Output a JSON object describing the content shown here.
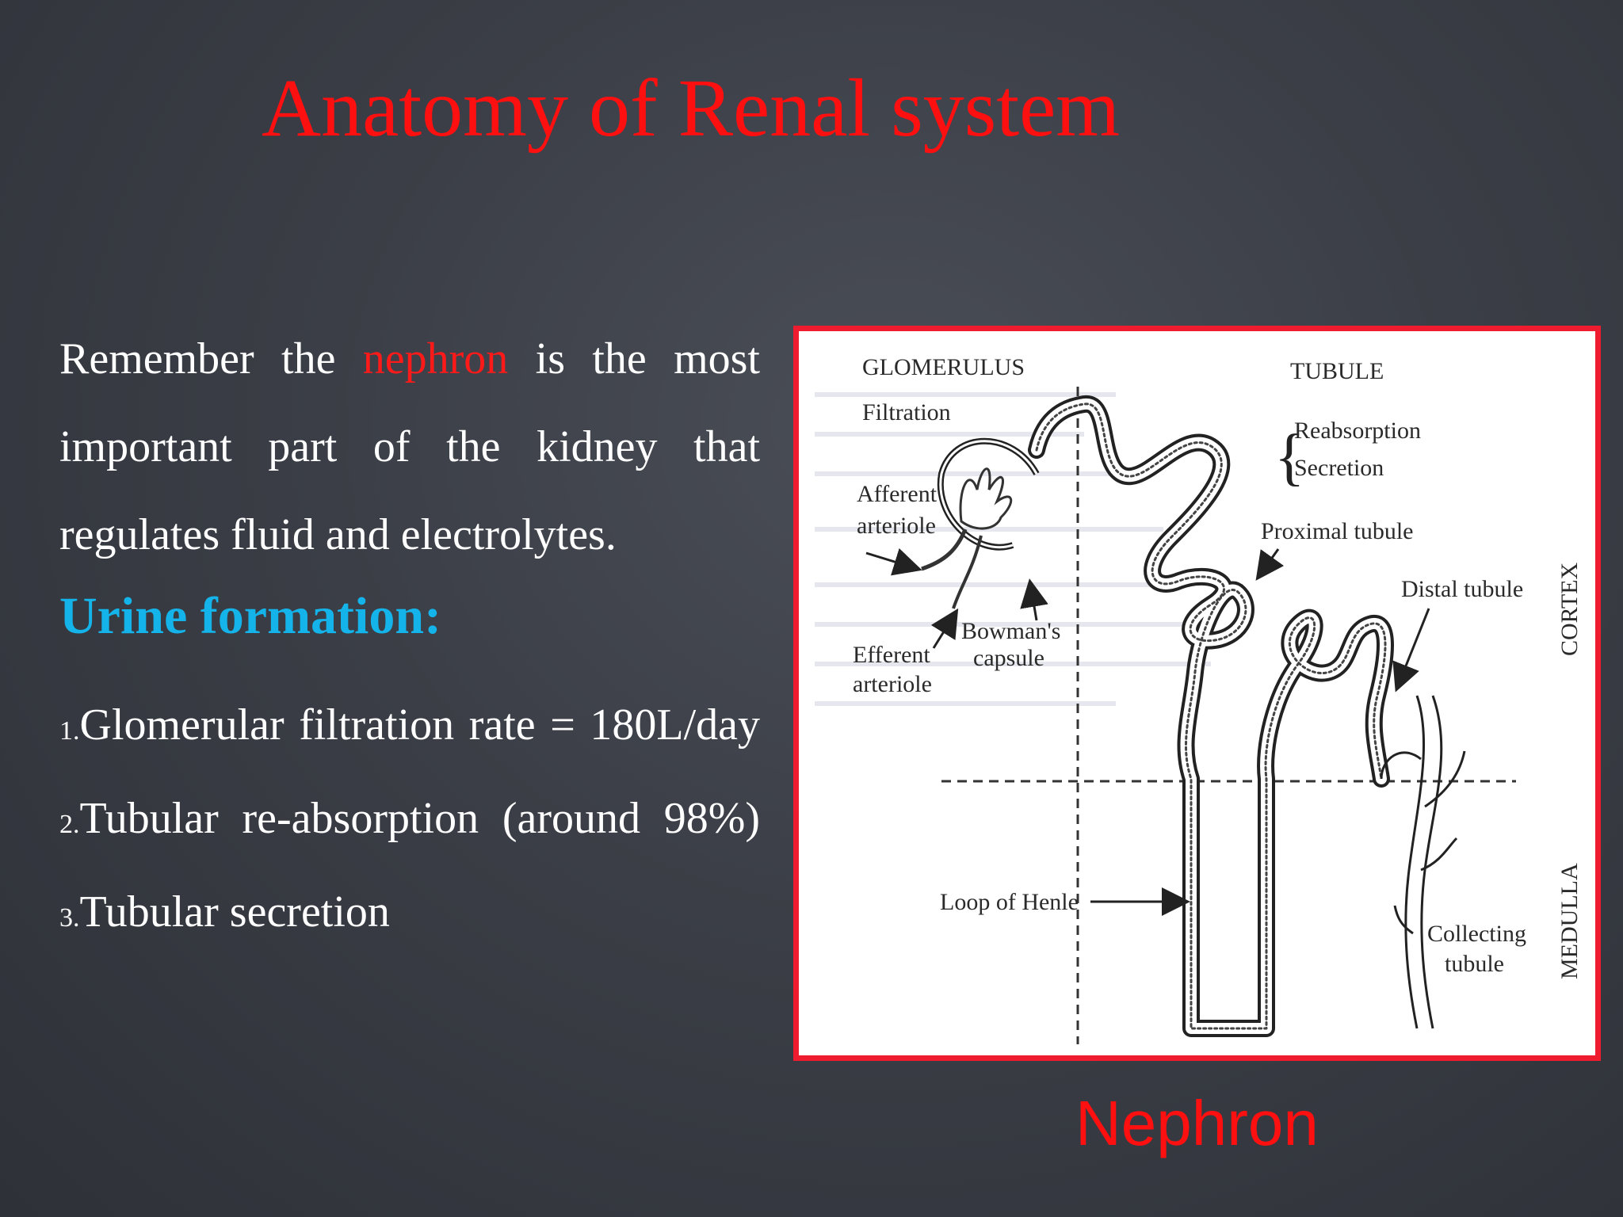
{
  "slide": {
    "title": "Anatomy of Renal system",
    "intro": {
      "before": "Remember the ",
      "highlight": "nephron",
      "after": " is the most important part of the kidney that regulates fluid and electrolytes."
    },
    "section_heading": "Urine formation:",
    "list": [
      {
        "num": "1.",
        "text": "Glomerular filtration rate = 180L/day"
      },
      {
        "num": "2.",
        "text": "Tubular re-absorption (around 98%)"
      },
      {
        "num": "3.",
        "text": "Tubular secretion"
      }
    ],
    "caption": "Nephron"
  },
  "diagram": {
    "glomerulus_heading": "GLOMERULUS",
    "filtration": "Filtration",
    "tubule_heading": "TUBULE",
    "reabsorption": "Reabsorption",
    "secretion": "Secretion",
    "afferent_1": "Afferent",
    "afferent_2": "arteriole",
    "efferent_1": "Efferent",
    "efferent_2": "arteriole",
    "bowmans_1": "Bowman's",
    "bowmans_2": "capsule",
    "proximal": "Proximal tubule",
    "distal": "Distal tubule",
    "cortex": "CORTEX",
    "medulla": "MEDULLA",
    "loop": "Loop of Henle",
    "collecting_1": "Collecting",
    "collecting_2": "tubule"
  },
  "colors": {
    "title": "#ff1010",
    "highlight": "#ff1a1a",
    "heading": "#14b4ea",
    "frame": "#ee1c2e"
  }
}
